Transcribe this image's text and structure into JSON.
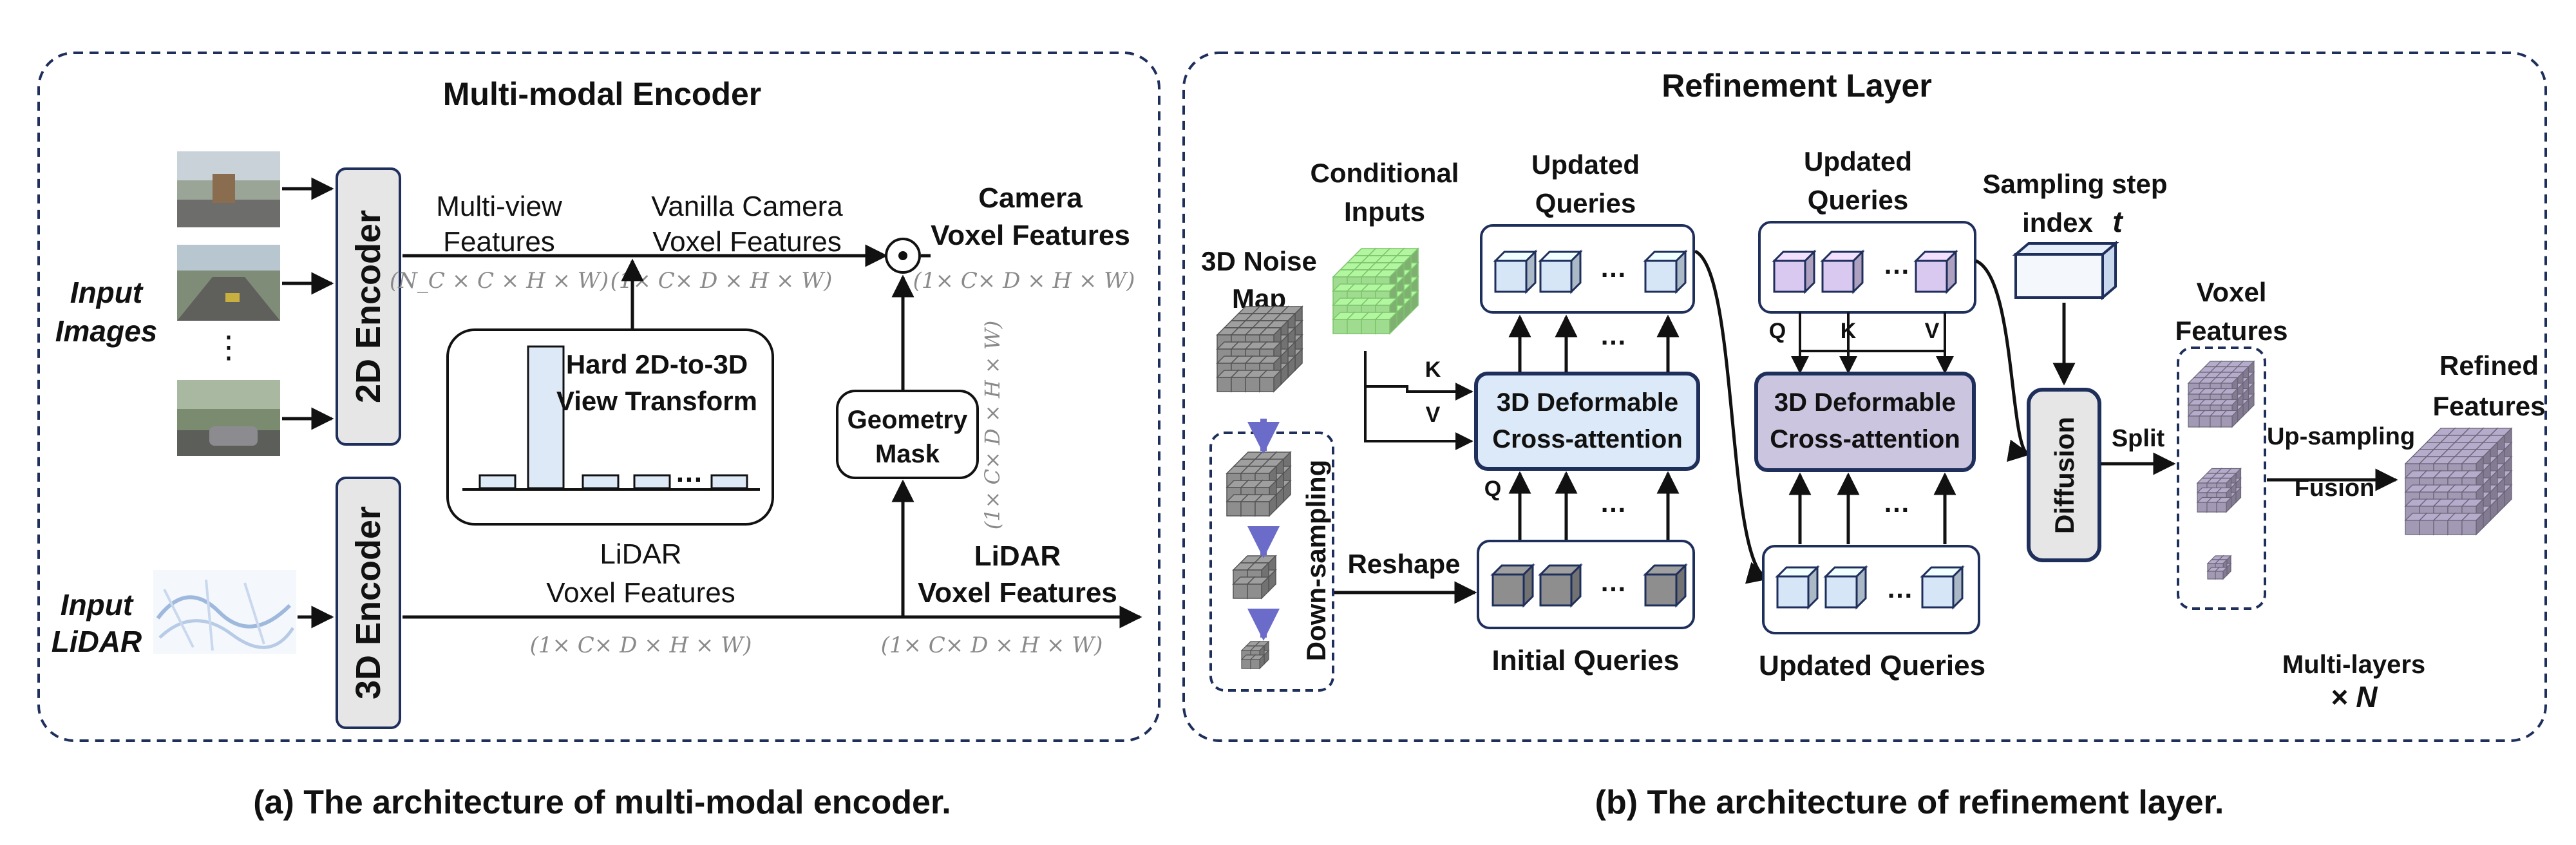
{
  "panel_a": {
    "title": "Multi-modal Encoder",
    "caption": "(a) The architecture of multi-modal encoder.",
    "input_images_line1": "Input",
    "input_images_line2": "Images",
    "image_ellipsis": "⋮",
    "encoder_2d": "2D Encoder",
    "encoder_3d": "3D Encoder",
    "input_lidar_line1": "Input",
    "input_lidar_line2": "LiDAR",
    "multiview_line1": "Multi-view",
    "multiview_line2": "Features",
    "multiview_dim": "(N_C × C × H × W)",
    "vanilla_line1": "Vanilla Camera",
    "vanilla_line2": "Voxel Features",
    "vanilla_dim": "(1× C× D × H × W)",
    "view_transform_line1": "Hard 2D-to-3D",
    "view_transform_line2": "View Transform",
    "view_transform_dots": "…",
    "odot": "⊙",
    "camera_voxel_line1": "Camera",
    "camera_voxel_line2": "Voxel Features",
    "camera_voxel_dim": "(1× C× D × H × W)",
    "geometry_mask_line1": "Geometry",
    "geometry_mask_line2": "Mask",
    "geometry_mask_dim": "(1× C× D × H × W)",
    "lidar_voxel_a_line1": "LiDAR",
    "lidar_voxel_a_line2": "Voxel Features",
    "lidar_voxel_a_dim": "(1× C× D × H × W)",
    "lidar_voxel_b_line1": "LiDAR",
    "lidar_voxel_b_line2": "Voxel Features",
    "lidar_voxel_b_dim": "(1× C× D × H × W)"
  },
  "panel_b": {
    "title": "Refinement Layer",
    "caption": "(b) The architecture of refinement layer.",
    "noise_line1": "3D Noise",
    "noise_line2": "Map",
    "downsampling": "Down-sampling",
    "conditional_line1": "Conditional",
    "conditional_line2": "Inputs",
    "k_label": "K",
    "v_label": "V",
    "q_label": "Q",
    "updated_queries_1_line1": "Updated",
    "updated_queries_1_line2": "Queries",
    "updated_queries_2_line1": "Updated",
    "updated_queries_2_line2": "Queries",
    "deform_1_line1": "3D Deformable",
    "deform_1_line2": "Cross-attention",
    "deform_2_line1": "3D Deformable",
    "deform_2_line2": "Cross-attention",
    "reshape": "Reshape",
    "initial_queries": "Initial Queries",
    "updated_queries_bottom": "Updated Queries",
    "ellipsis": "…",
    "sampling_line1": "Sampling step",
    "sampling_line2": "index",
    "sampling_t": "t",
    "diffusion": "Diffusion",
    "split": "Split",
    "voxel_features_line1": "Voxel",
    "voxel_features_line2": "Features",
    "upsampling": "Up-sampling",
    "fusion": "Fusion",
    "refined_line1": "Refined",
    "refined_line2": "Features",
    "multilayers": "Multi-layers",
    "times_n": "× N"
  },
  "colors": {
    "dashed_border": "#1f2f5c",
    "encoder_fill": "#e6e6e6",
    "query_blue": "#d6e6f7",
    "query_purple": "#d9c8ef",
    "deform_1_fill": "#dce9f8",
    "deform_2_fill": "#cbc5e0",
    "conditional_green": "#9fdc8f",
    "cube_gray": "#8e8e8e",
    "cube_purple_gray": "#a29ab5"
  }
}
